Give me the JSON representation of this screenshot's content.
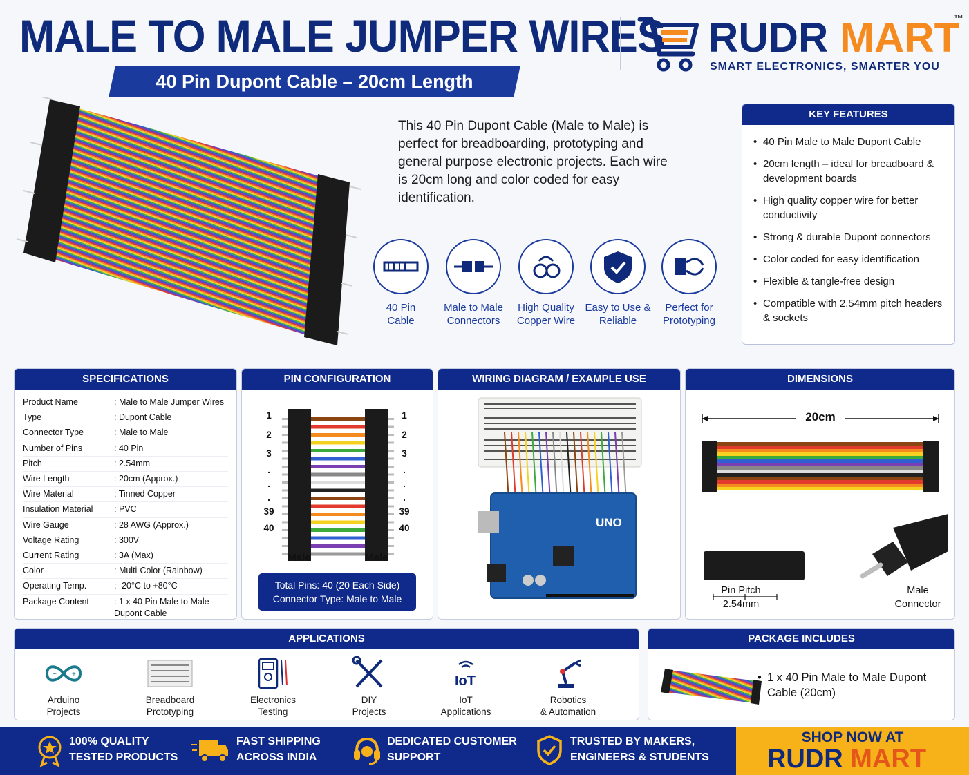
{
  "header": {
    "title": "MALE TO MALE JUMPER WIRES",
    "subtitle": "40 Pin Dupont Cable – 20cm Length",
    "brand_part1": "RUDR",
    "brand_part2": "MART",
    "trademark": "™",
    "tagline": "SMART ELECTRONICS, SMARTER YOU"
  },
  "intro": {
    "text": "This 40 Pin Dupont Cable (Male to Male) is perfect for breadboarding, prototyping and general purpose electronic projects. Each wire is 20cm long and color coded for easy identification."
  },
  "feature_icons": [
    {
      "line1": "40 Pin",
      "line2": "Cable",
      "icon": "ribbon-cable-icon"
    },
    {
      "line1": "Male to Male",
      "line2": "Connectors",
      "icon": "connector-icon"
    },
    {
      "line1": "High Quality",
      "line2": "Copper Wire",
      "icon": "copper-coil-icon"
    },
    {
      "line1": "Easy to Use &",
      "line2": "Reliable",
      "icon": "shield-check-icon"
    },
    {
      "line1": "Perfect for",
      "line2": "Prototyping",
      "icon": "prototyping-icon"
    }
  ],
  "key_features": {
    "heading": "KEY FEATURES",
    "items": [
      "40 Pin Male to Male Dupont Cable",
      "20cm length – ideal for breadboard & development boards",
      "High quality copper wire for better conductivity",
      "Strong & durable Dupont connectors",
      "Color coded for easy identification",
      "Flexible & tangle-free design",
      "Compatible with 2.54mm pitch headers & sockets"
    ]
  },
  "specifications": {
    "heading": "SPECIFICATIONS",
    "rows": [
      {
        "k": "Product Name",
        "v": ": Male to Male Jumper Wires"
      },
      {
        "k": "Type",
        "v": ": Dupont Cable"
      },
      {
        "k": "Connector Type",
        "v": ": Male to Male"
      },
      {
        "k": "Number of Pins",
        "v": ": 40 Pin"
      },
      {
        "k": "Pitch",
        "v": ": 2.54mm"
      },
      {
        "k": "Wire Length",
        "v": ": 20cm (Approx.)"
      },
      {
        "k": "Wire Material",
        "v": ": Tinned Copper"
      },
      {
        "k": "Insulation Material",
        "v": ": PVC"
      },
      {
        "k": "Wire Gauge",
        "v": ": 28 AWG  (Approx.)"
      },
      {
        "k": "Voltage Rating",
        "v": ": 300V"
      },
      {
        "k": "Current Rating",
        "v": ": 3A (Max)"
      },
      {
        "k": "Color",
        "v": ": Multi-Color (Rainbow)"
      },
      {
        "k": "Operating Temp.",
        "v": ": -20°C to +80°C"
      },
      {
        "k": "Package Content",
        "v": ": 1 x 40 Pin Male to Male Dupont Cable"
      }
    ]
  },
  "pin_config": {
    "heading": "PIN CONFIGURATION",
    "left_numbers": [
      "1",
      "2",
      "3",
      ".",
      ".",
      ".",
      "39",
      "40"
    ],
    "right_numbers": [
      "1",
      "2",
      "3",
      ".",
      ".",
      ".",
      "39",
      "40"
    ],
    "left_label": "Male",
    "right_label": "Male",
    "total_line1": "Total Pins: 40 (20 Each Side)",
    "total_line2": "Connector Type: Male to Male",
    "wire_colors": [
      "#8B4513",
      "#e23b2e",
      "#f58a1f",
      "#f5d21f",
      "#3cab3c",
      "#2f5fd0",
      "#7a3fb0",
      "#888888",
      "#dddddd",
      "#222222",
      "#8B4513",
      "#e23b2e",
      "#f58a1f",
      "#f5d21f",
      "#3cab3c",
      "#2f5fd0",
      "#7a3fb0",
      "#999999"
    ]
  },
  "wiring": {
    "heading": "WIRING DIAGRAM / EXAMPLE USE",
    "board_label": "UNO"
  },
  "dimensions": {
    "heading": "DIMENSIONS",
    "length": "20cm",
    "pitch_line1": "Pin Pitch",
    "pitch_line2": "2.54mm",
    "male_line1": "Male",
    "male_line2": "Connector"
  },
  "applications": {
    "heading": "APPLICATIONS",
    "items": [
      {
        "line1": "Arduino",
        "line2": "Projects",
        "icon": "infinity-icon"
      },
      {
        "line1": "Breadboard",
        "line2": "Prototyping",
        "icon": "breadboard-icon"
      },
      {
        "line1": "Electronics",
        "line2": "Testing",
        "icon": "multimeter-icon"
      },
      {
        "line1": "DIY",
        "line2": "Projects",
        "icon": "tools-icon"
      },
      {
        "line1": "IoT",
        "line2": "Applications",
        "icon": "iot-icon"
      },
      {
        "line1": "Robotics",
        "line2": "& Automation",
        "icon": "robot-arm-icon"
      }
    ]
  },
  "package": {
    "heading": "PACKAGE INCLUDES",
    "item": "1 x 40 Pin Male to Male Dupont Cable (20cm)"
  },
  "footer": {
    "items": [
      {
        "line1": "100% QUALITY",
        "line2": "TESTED PRODUCTS",
        "icon": "medal-icon"
      },
      {
        "line1": "FAST SHIPPING",
        "line2": "ACROSS INDIA",
        "icon": "truck-icon"
      },
      {
        "line1": "DEDICATED CUSTOMER",
        "line2": "SUPPORT",
        "icon": "headset-icon"
      },
      {
        "line1": "TRUSTED BY MAKERS,",
        "line2": "ENGINEERS & STUDENTS",
        "icon": "shield-icon"
      }
    ],
    "shop_line1": "SHOP NOW AT",
    "shop_brand1": "RUDR",
    "shop_brand2": "MART"
  },
  "colors": {
    "navy": "#0f2a8a",
    "orange": "#f58a1f",
    "yellow": "#f7b21a"
  }
}
